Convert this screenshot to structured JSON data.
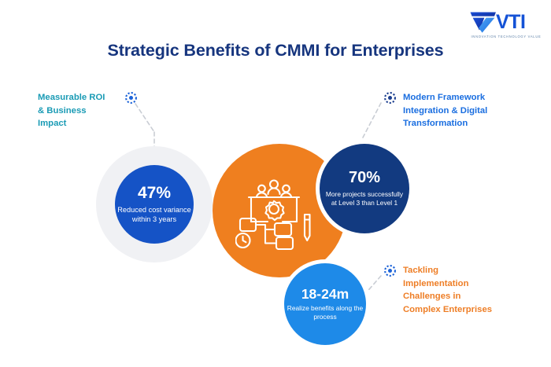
{
  "logo": {
    "name": "VTI",
    "wordmark": "VTI",
    "tagline": "INNOVATION TECHNOLOGY VALUE",
    "mark_icon": "vti-chevron-logo-icon",
    "color": "#1452d6"
  },
  "header": {
    "title": "Strategic Benefits of CMMI for Enterprises",
    "title_color": "#16357e"
  },
  "center": {
    "icon": "process-workflow-icon",
    "color": "#ef7f1f"
  },
  "stats": [
    {
      "id": "reduced-cost-variance",
      "value": "47%",
      "description": "Reduced cost variance\nwithin 3 years",
      "color": "#1553c6"
    },
    {
      "id": "more-projects-level-3",
      "value": "70%",
      "description": "More projects\nsuccessfully at Level 3\nthan Level 1",
      "color": "#123a80"
    },
    {
      "id": "realize-benefits-timeline",
      "value": "18-24m",
      "description": "Realize benefits\nalong the process",
      "color": "#1e8ae8"
    }
  ],
  "callouts": [
    {
      "id": "measurable-roi",
      "text": "Measurable ROI\n& Business\nImpact",
      "color": "#1a9bb5",
      "icon": "dotted-target-icon"
    },
    {
      "id": "modern-framework",
      "text": "Modern Framework\nIntegration & Digital\nTransformation",
      "color": "#1a6ee0",
      "icon": "dotted-target-icon"
    },
    {
      "id": "tackling-implementation",
      "text": "Tackling\nImplementation\nChallenges in\nComplex Enterprises",
      "color": "#ee7e26",
      "icon": "dotted-target-icon"
    }
  ],
  "palette": {
    "background": "#ffffff",
    "halo": "#f0f1f4",
    "connector": "#c9cdd4"
  }
}
